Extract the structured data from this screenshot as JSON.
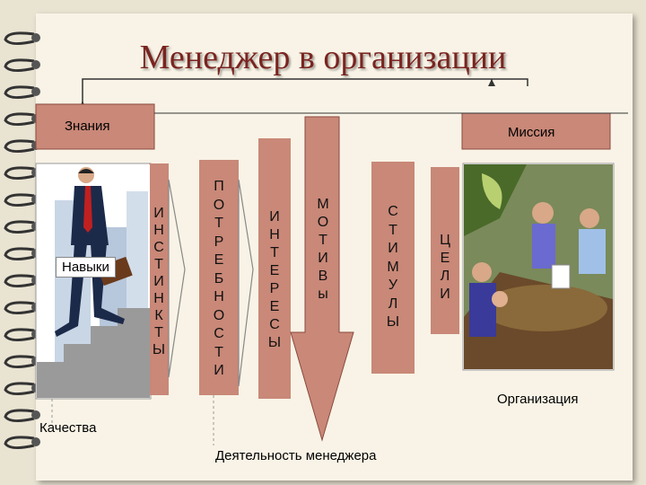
{
  "title": "Менеджер в организации",
  "labels": {
    "knowledge": "Знания",
    "mission": "Миссия",
    "skills": "Навыки",
    "organization": "Организация",
    "qualities": "Качества",
    "activity": "Деятельность менеджера"
  },
  "columns": {
    "instincts": "И\nН\nС\nТ\nИ\nН\nК\nТ\nЫ",
    "needs": "П\nО\nТ\nР\nЕ\nБ\nН\nО\nС\nТ\nИ",
    "interests": "И\nН\nТ\nЕ\nР\nЕ\nС\nЫ",
    "motives": "М\nО\nТ\nИ\nВ\nы",
    "stimuli": "С\nТ\nИ\nМ\nУ\nЛ\nЫ",
    "goals": "Ц\nЕ\nЛ\nИ"
  },
  "colors": {
    "box_fill": "#c98878",
    "title": "#7a2420",
    "page": "#f8f3e6"
  },
  "icons": [
    "spiral-binding-icon",
    "businessman-climbing-stairs-icon",
    "business-meeting-icon"
  ]
}
